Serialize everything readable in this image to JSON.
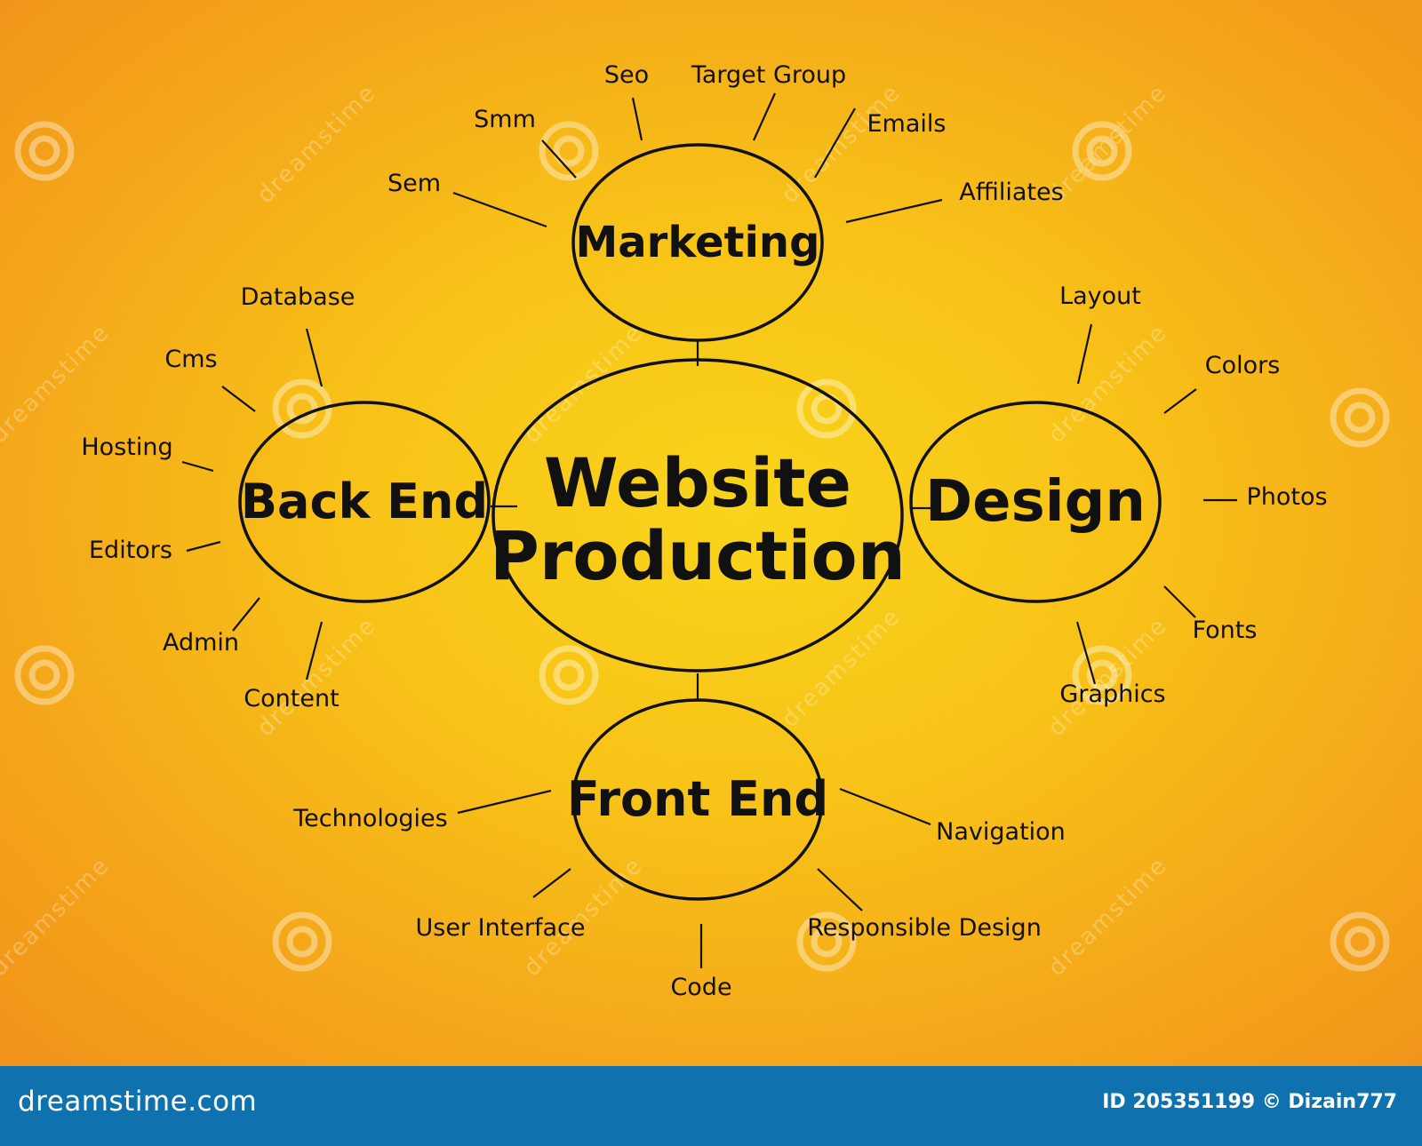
{
  "diagram": {
    "center": "Website\nProduction",
    "branches": [
      {
        "id": "marketing",
        "label": "Marketing",
        "leaves": [
          "Seo",
          "Target Group",
          "Smm",
          "Emails",
          "Sem",
          "Affiliates"
        ]
      },
      {
        "id": "design",
        "label": "Design",
        "leaves": [
          "Layout",
          "Colors",
          "Photos",
          "Fonts",
          "Graphics"
        ]
      },
      {
        "id": "front-end",
        "label": "Front End",
        "leaves": [
          "Technologies",
          "Navigation",
          "User Interface",
          "Responsible Design",
          "Code"
        ]
      },
      {
        "id": "back-end",
        "label": "Back End",
        "leaves": [
          "Database",
          "Cms",
          "Hosting",
          "Editors",
          "Admin",
          "Content"
        ]
      }
    ]
  },
  "watermark": {
    "text": "dreamstime"
  },
  "footer": {
    "brand": "dreamstime.com",
    "credit": "ID 205351199 © Dizain777"
  },
  "colors": {
    "background_center": "#f9d41a",
    "background_edge": "#f2931b",
    "ink": "#111111",
    "footer_bg": "#0f72ae"
  }
}
